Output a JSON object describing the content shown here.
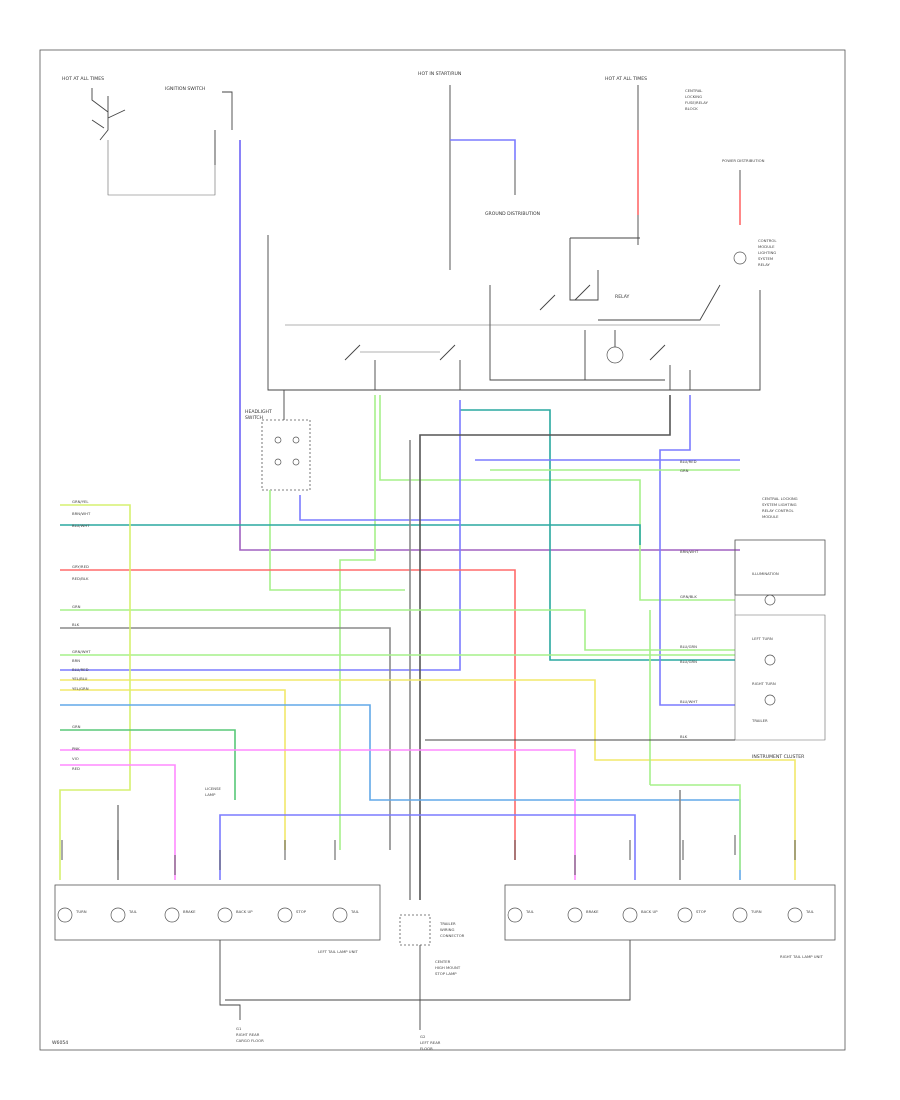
{
  "title_block": {
    "code": "W6054"
  },
  "colors": {
    "blue": "#7b7bff",
    "lt_green": "#a6f08a",
    "teal": "#2aa8a0",
    "red": "#ff6b6b",
    "pink": "#ff8aff",
    "yellow": "#f2e86a",
    "ylw_grn": "#d6f070",
    "dk_grn": "#58c878",
    "gray": "#8a8a8a",
    "black": "#333333",
    "violet": "#a060c0",
    "lt_blue": "#62a8e8"
  },
  "components": {
    "top_left_fuse": "HOT AT ALL TIMES",
    "ignition_switch": "IGNITION SWITCH",
    "top_mid_fuse": "HOT IN START/RUN",
    "ground_distribution": "GROUND DISTRIBUTION",
    "top_right_fuse": "HOT AT ALL TIMES",
    "fuse_note": [
      "CENTRAL",
      "LOCKING",
      "FUSE/RELAY",
      "BLOCK"
    ],
    "relay": "RELAY",
    "power_source": "POWER DISTRIBUTION",
    "module_note": [
      "CONTROL",
      "MODULE",
      "LIGHTING",
      "SYSTEM",
      "RELAY"
    ],
    "headlight_switch": [
      "HEADLIGHT",
      "SWITCH"
    ],
    "central_locking": [
      "CENTRAL LOCKING",
      "SYSTEM LIGHTING",
      "RELAY CONTROL",
      "MODULE"
    ],
    "instrument_cluster": "INSTRUMENT CLUSTER",
    "license_lamp_left": [
      "LICENSE",
      "LAMP"
    ],
    "left_tail_lamp_unit": "LEFT TAIL LAMP UNIT",
    "right_tail_lamp_unit": "RIGHT TAIL LAMP UNIT",
    "junction_connector": [
      "TRAILER",
      "WIRING",
      "CONNECTOR"
    ],
    "center_high_mount": [
      "CENTER",
      "HIGH MOUNT",
      "STOP LAMP"
    ],
    "ground_left": [
      "G1",
      "RIGHT REAR",
      "CARGO FLOOR"
    ],
    "ground_right": [
      "G2",
      "LEFT REAR",
      "FLOOR"
    ],
    "cluster_bulbs": [
      "ILLUMINATION",
      "LEFT TURN",
      "RIGHT TURN",
      "TRAILER"
    ],
    "left_lamps": [
      "TURN",
      "TAIL",
      "BRAKE",
      "BACK UP",
      "STOP",
      "TAIL"
    ],
    "right_lamps": [
      "TAIL",
      "BRAKE",
      "BACK UP",
      "STOP",
      "TURN",
      "TAIL"
    ]
  },
  "wire_labels_left": [
    "GRN/YEL",
    "BRN/WHT",
    "BLU/WHT",
    "GRY/RED",
    "RED/BLK",
    "GRN",
    "BLK",
    "GRN/WHT",
    "BRN",
    "BLU/RED",
    "YEL/BLU",
    "YEL/GRN",
    "GRN",
    "PNK",
    "VIO",
    "RED"
  ],
  "wire_labels_right": [
    "BLU/RED",
    "GRN",
    "BRN/WHT",
    "GRN/BLK",
    "BLU/GRN",
    "BLU/GRN",
    "BLU/WHT",
    "BLK"
  ]
}
